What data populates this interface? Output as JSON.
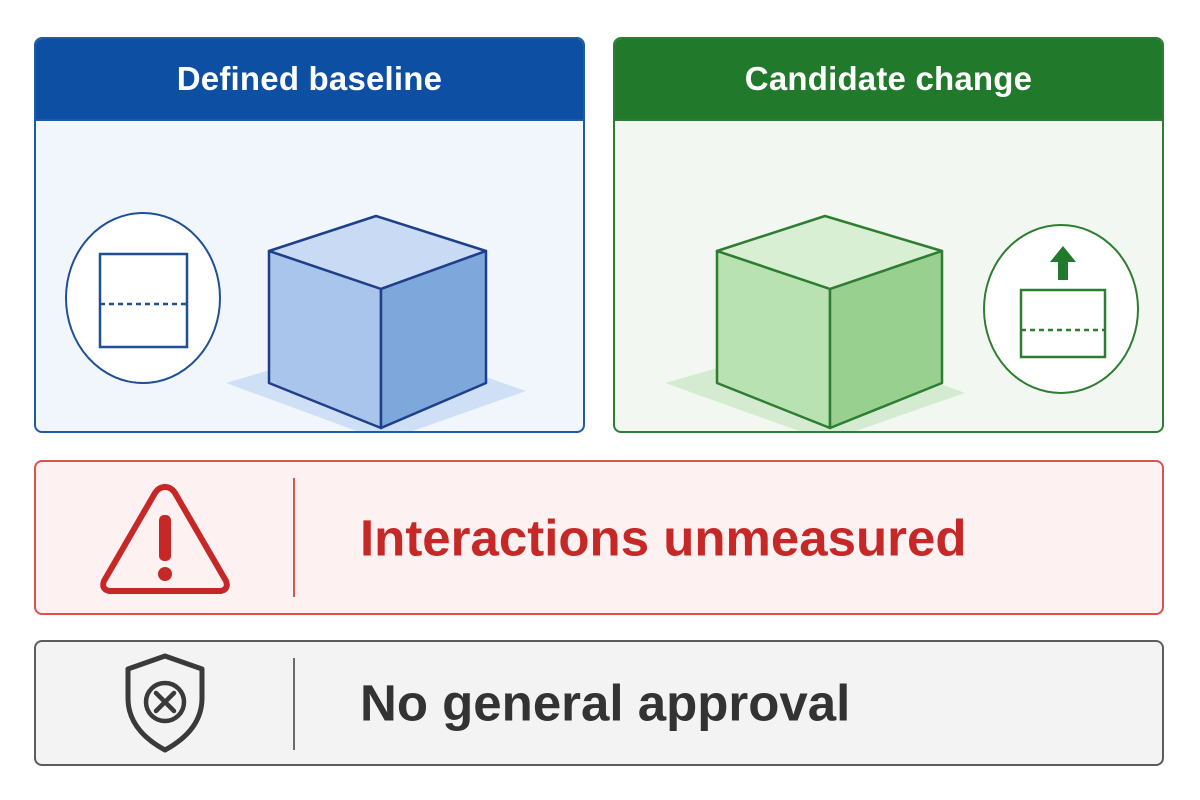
{
  "panels": {
    "baseline": {
      "title": "Defined baseline",
      "color": "#0d4fa3"
    },
    "candidate": {
      "title": "Candidate change",
      "color": "#217a2b"
    }
  },
  "banners": {
    "warning": {
      "text": "Interactions unmeasured",
      "icon": "warning-triangle-icon",
      "color": "#c62828"
    },
    "deny": {
      "text": "No general approval",
      "icon": "shield-x-icon",
      "color": "#333333"
    }
  }
}
